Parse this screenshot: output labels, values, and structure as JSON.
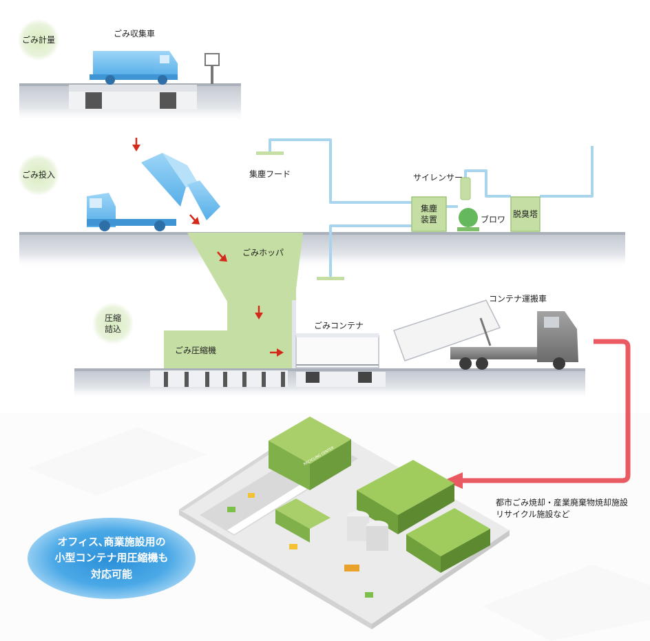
{
  "steps": {
    "weighing": "ごみ計量",
    "dumping": "ごみ投入",
    "compressing": [
      "圧縮",
      "詰込"
    ]
  },
  "labels": {
    "collection_truck": "ごみ収集車",
    "dust_hood": "集塵フード",
    "silencer": "サイレンサー",
    "dust_collector": [
      "集塵",
      "装置"
    ],
    "blower": "ブロワ",
    "deodorizer": "脱臭塔",
    "hopper": "ごみホッパ",
    "compactor": "ごみ圧縮機",
    "container": "ごみコンテナ",
    "container_truck": "コンテナ運搬車"
  },
  "destination": [
    "都市ごみ焼却・産業廃棄物焼却施設",
    "リサイクル施設など"
  ],
  "callout": [
    "オフィス､商業施設用の",
    "小型コンテナ用圧縮機も",
    "対応可能"
  ],
  "facility_sign": "RECYCLING CENTER",
  "colors": {
    "green_box": "#c5dea4",
    "green_border": "#9fc57a",
    "pipe": "#a9d4ee",
    "truck_blue": "#7cc4f2",
    "arrow_red": "#d42a1c",
    "route_red": "#ea5a62",
    "floor": "#c8cdd6",
    "callout_blue": "#3a9be0"
  }
}
